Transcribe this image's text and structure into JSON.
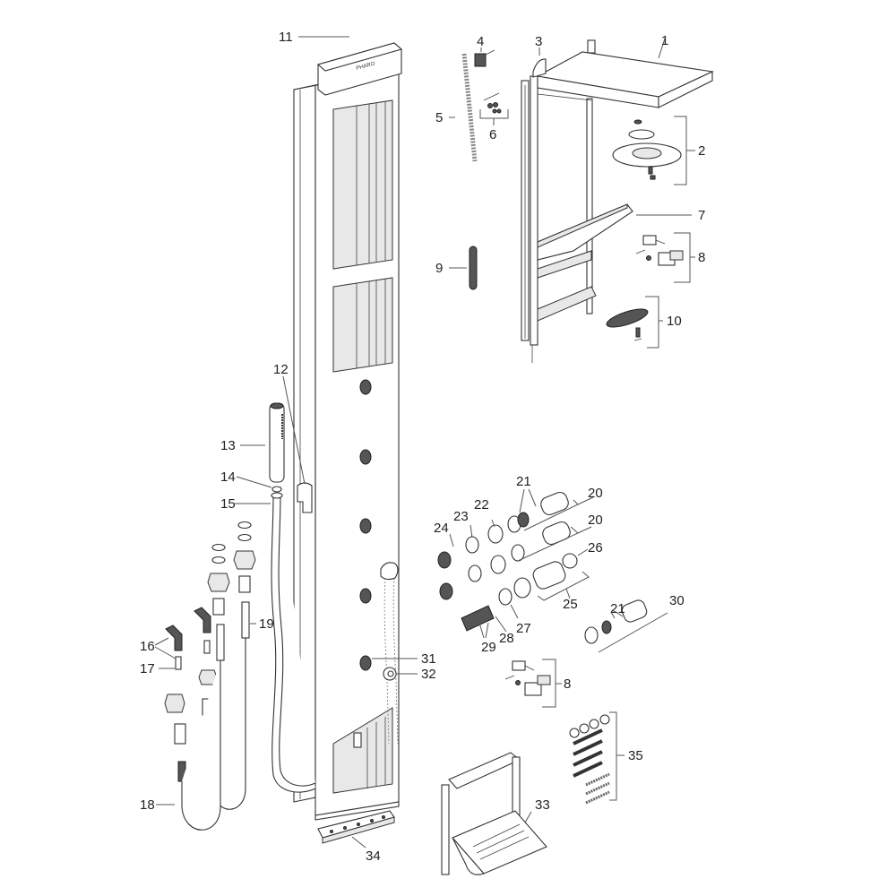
{
  "diagram": {
    "type": "exploded-parts-diagram",
    "subject": "Shower panel column spare parts",
    "brand_mark": "PHARO",
    "callouts": [
      {
        "id": "1",
        "part": "top-shelf-head-housing"
      },
      {
        "id": "2",
        "part": "overhead-shower-set"
      },
      {
        "id": "3",
        "part": "hinge-clip"
      },
      {
        "id": "4",
        "part": "valve-bracket"
      },
      {
        "id": "5",
        "part": "gasket-strip"
      },
      {
        "id": "6",
        "part": "pin-and-screw-set"
      },
      {
        "id": "7",
        "part": "shelf-tray"
      },
      {
        "id": "8",
        "part": "mounting-bracket-set"
      },
      {
        "id": "9",
        "part": "handle-grip"
      },
      {
        "id": "10",
        "part": "rain-spray-disc-set"
      },
      {
        "id": "11",
        "part": "top-cap"
      },
      {
        "id": "12",
        "part": "hand-shower-holder"
      },
      {
        "id": "13",
        "part": "hand-shower"
      },
      {
        "id": "14",
        "part": "seal-washer"
      },
      {
        "id": "15",
        "part": "shower-hose"
      },
      {
        "id": "16",
        "part": "elbow-connector"
      },
      {
        "id": "17",
        "part": "nipple-fitting"
      },
      {
        "id": "18",
        "part": "flexible-supply-hose"
      },
      {
        "id": "19",
        "part": "hose-ferrule-fitting"
      },
      {
        "id": "20",
        "part": "cartridge-handle-set"
      },
      {
        "id": "21",
        "part": "o-ring-set"
      },
      {
        "id": "22",
        "part": "sleeve"
      },
      {
        "id": "23",
        "part": "nut-ring"
      },
      {
        "id": "24",
        "part": "valve-cartridge"
      },
      {
        "id": "25",
        "part": "thermostat-handle-set"
      },
      {
        "id": "26",
        "part": "cap-disc"
      },
      {
        "id": "27",
        "part": "lock-ring"
      },
      {
        "id": "28",
        "part": "seal-ring"
      },
      {
        "id": "29",
        "part": "thermostatic-cartridge"
      },
      {
        "id": "30",
        "part": "diverter-handle-set"
      },
      {
        "id": "31",
        "part": "body-jet-nozzle"
      },
      {
        "id": "32",
        "part": "hose-outlet-connector"
      },
      {
        "id": "33",
        "part": "folding-seat"
      },
      {
        "id": "34",
        "part": "base-cover-strip"
      },
      {
        "id": "35",
        "part": "screws-and-wall-plugs-kit"
      }
    ],
    "extra_labels": {
      "callout_20b": "20",
      "callout_21b": "21",
      "callout_8b": "8"
    }
  }
}
